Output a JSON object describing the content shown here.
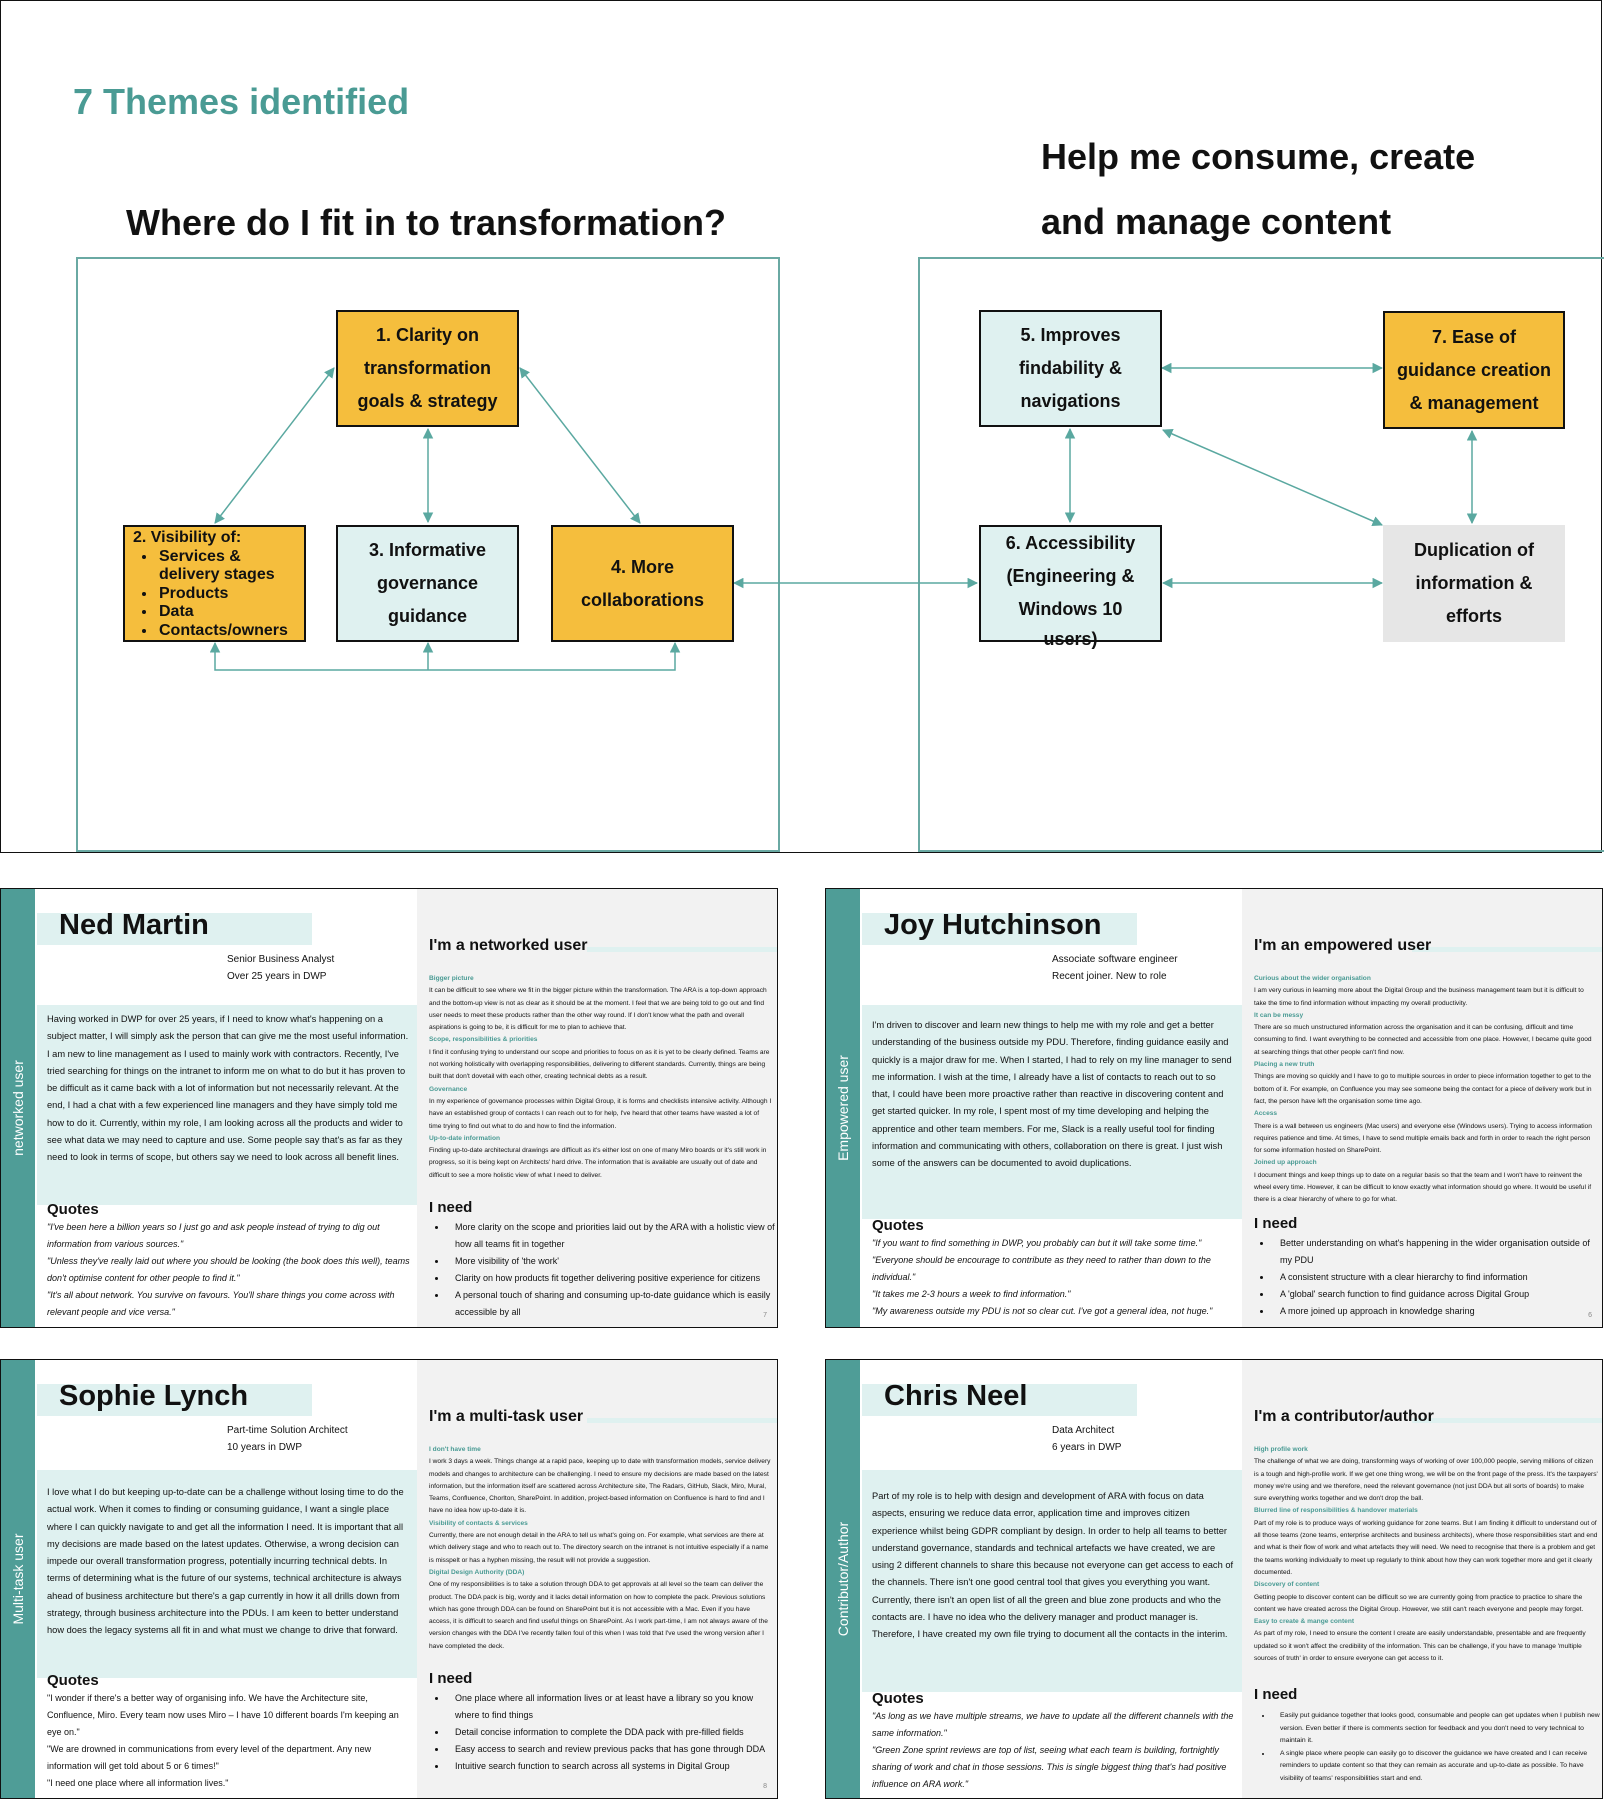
{
  "themes": {
    "title": "7 Themes identified",
    "left_heading": "Where do I fit in to transformation?",
    "right_heading_line1": "Help me consume, create",
    "right_heading_line2": "and manage content",
    "nodes": {
      "n1": [
        "1. Clarity on",
        "transformation",
        "goals & strategy"
      ],
      "n2_title": "2. Visibility of:",
      "n2_items": [
        "Services & delivery stages",
        "Products",
        "Data",
        "Contacts/owners"
      ],
      "n3": [
        "3. Informative",
        "governance",
        "guidance"
      ],
      "n4": [
        "4. More",
        "collaborations"
      ],
      "n5": [
        "5. Improves",
        "findability &",
        "navigations"
      ],
      "n6": [
        "6. Accessibility",
        "(Engineering &",
        "Windows 10",
        "users)"
      ],
      "n7": [
        "7. Ease of",
        "guidance creation",
        "& management"
      ],
      "dup": [
        "Duplication of",
        "information &",
        "efforts"
      ]
    },
    "colors": {
      "accent": "#4a9b94",
      "yellow": "#f5be3d",
      "light_teal": "#dff1f0",
      "grey": "#e6e6e6",
      "connector": "#5aa8a0"
    }
  },
  "personas": [
    {
      "stripe": "networked user",
      "name": "Ned Martin",
      "role": "Senior Business Analyst",
      "tenure": "Over 25 years in DWP",
      "bio": "Having worked in DWP for over 25 years, if I need to know what's happening on a subject matter, I will simply ask the person that can give me the most useful information. I am new to line management as I used to mainly work with contractors. Recently, I've tried searching for things on the intranet to inform me on what to do but it has proven to be difficult as it came back with a lot of information but not necessarily relevant. At the end, I had a chat with a few experienced line managers and they have simply told me how to do it. Currently, within my role, I am looking across all the products and wider to see what data we may need to capture and use. Some people say that's as far as they need to look in terms of scope, but others say we need to look across all benefit lines.",
      "quotes_title": "Quotes",
      "quotes": [
        "\"I've been here a billion years so I just go and ask people instead of trying to dig out information from various sources.\"",
        "\"Unless they've really laid out where you should be looking (the book does this well), teams don't optimise content for other people to find it.\"",
        "\"It's all about network. You survive on favours. You'll share things you come across with relevant people and vice versa.\""
      ],
      "user_type": "I'm a networked user",
      "findings": [
        {
          "h": "Bigger picture",
          "t": "It can be difficult to see where we fit in the bigger picture within the transformation. The ARA is a top-down approach and the bottom-up view is not as clear as it should be at the moment. I feel that we are being told to go out and find user needs to meet these products rather than the other way round. If I don't know what the path and overall aspirations is going to be, it is difficult for me to plan to achieve that."
        },
        {
          "h": "Scope, responsibilities & priorities",
          "t": "I find it confusing trying to understand our scope and priorities to focus on as it is yet to be clearly defined. Teams are not working holistically with overlapping responsibilities, delivering to different standards. Currently, things are being built that don't dovetail with each other, creating technical debts as a result."
        },
        {
          "h": "Governance",
          "t": "In my experience of governance processes within Digital Group, it is forms and checklists intensive activity. Although I have an established group of contacts I can reach out to for help, I've heard that other teams have wasted a lot of time trying to find out what to do and how to find the information."
        },
        {
          "h": "Up-to-date information",
          "t": "Finding up-to-date architectural drawings are difficult as it's either lost on one of many Miro boards or it's still work in progress, so it is being kept on Architects' hard drive. The information that is available are usually out of date and difficult to see a more holistic view of what I need to deliver."
        }
      ],
      "ineed_title": "I need",
      "ineed": [
        "More clarity on the scope and priorities laid out by the ARA with a holistic view of how all teams fit in together",
        "More visibility of 'the work'",
        "Clarity on how products fit together delivering positive experience for citizens",
        "A personal touch of sharing and consuming up-to-date guidance which is easily accessible by all"
      ],
      "page": "7"
    },
    {
      "stripe": "Empowered user",
      "name": "Joy Hutchinson",
      "role": "Associate software engineer",
      "tenure": "Recent joiner. New to role",
      "bio": "I'm driven to discover and learn new things to help me with my role and get a better understanding of the business outside my PDU. Therefore, finding guidance easily and quickly is a major draw for me. When I started, I had to rely on my line manager to send me information. I wish at the time, I already have a list of contacts to reach out to so that, I could have been more proactive rather than reactive in discovering content and get started quicker. In my role, I spent most of my time developing and helping the apprentice and other team members. For me, Slack is a really useful tool for finding information and communicating with others, collaboration on there is great. I just wish some of the answers can be documented to avoid duplications.",
      "quotes_title": "Quotes",
      "quotes": [
        "\"If you want to find something in DWP, you probably can but it will take some time.\"",
        "\"Everyone should be encourage to contribute as they need to rather than down to the individual.\"",
        "\"It takes me 2-3 hours a week to find information.\"",
        "\"My awareness outside my PDU is not so clear cut. I've got a general idea, not huge.\""
      ],
      "user_type": "I'm an empowered user",
      "findings": [
        {
          "h": "Curious about the wider organisation",
          "t": "I am very curious in learning more about the Digital Group and the business management team but it is difficult to take the time to find information without impacting my overall productivity."
        },
        {
          "h": "It can be messy",
          "t": "There are so much unstructured information across the organisation and it can be confusing, difficult and time consuming to find. I want everything to be connected and accessible from one place. However, I became quite good at searching things that other people can't find now."
        },
        {
          "h": "Placing a new truth",
          "t": "Things are moving so quickly and I have to go to multiple sources in order to piece information together to get to the bottom of it. For example, on Confluence you may see someone being the contact for a piece of delivery work but in fact, the person have left the organisation some time ago."
        },
        {
          "h": "Access",
          "t": "There is a wall between us engineers (Mac users) and everyone else (Windows users). Trying to access information requires patience and time. At times, I have to send multiple emails back and forth in order to reach the right person for some information hosted on SharePoint."
        },
        {
          "h": "Joined up approach",
          "t": "I document things and keep things up to date on a regular basis so that the team and I won't have to reinvent the wheel every time. However, it can be difficult to know exactly what information should go where. It would be useful if there is a clear hierarchy of where to go for what."
        }
      ],
      "ineed_title": "I need",
      "ineed": [
        "Better understanding on what's happening in the wider organisation outside of my PDU",
        "A consistent structure with a clear hierarchy to find information",
        "A 'global' search function to find guidance across Digital Group",
        "A more joined up approach in knowledge sharing"
      ],
      "page": "6"
    },
    {
      "stripe": "Multi-task user",
      "name": "Sophie Lynch",
      "role": "Part-time Solution Architect",
      "tenure": "10 years in DWP",
      "bio": "I love what I do but keeping up-to-date can be a challenge without losing time to do the actual work. When it comes to finding or consuming guidance, I want a single place where I can quickly navigate to and get all the information I need. It is important that all my decisions are made based on the latest updates. Otherwise, a wrong decision can impede our overall transformation progress, potentially incurring technical debts. In terms of determining what is the future of our systems, technical architecture is always ahead of business architecture but there's a gap currently in how it all drills down from strategy, through business architecture into the PDUs. I am keen to better understand how does the legacy systems all fit in and what must we change to drive that forward.",
      "quotes_title": "Quotes",
      "quotes": [
        "\"I wonder if there's a better way of organising info. We have the Architecture site, Confluence, Miro. Every team now uses Miro – I have 10 different boards I'm keeping an eye on.\"",
        "\"We are drowned in communications from every level of the department. Any new information will get told about 5 or 6 times!\"",
        "\"I need one place where all information lives.\""
      ],
      "user_type": "I'm a multi-task user",
      "findings": [
        {
          "h": "I don't have time",
          "t": "I work 3 days a week. Things change at a rapid pace, keeping up to date with transformation models, service delivery models and changes to architecture can be challenging. I need to ensure my decisions are made based on the latest information, but the information itself are scattered across Architecture site, The Radars, GitHub, Slack, Miro, Mural, Teams, Confluence, Chorlton, SharePoint. In addition, project-based information on Confluence is hard to find and I have no idea how up-to-date it is."
        },
        {
          "h": "Visibility of contacts & services",
          "t": "Currently, there are not enough detail in the ARA to tell us what's going on. For example, what services are there at which delivery stage and who to reach out to. The directory search on the intranet is not intuitive especially if a name is misspelt or has a hyphen missing, the result will not provide a suggestion."
        },
        {
          "h": "Digital Design Authority (DDA)",
          "t": "One of my responsibilities is to take a solution through DDA to get approvals at all level so the team can deliver the product. The DDA pack is big, wordy and it lacks detail information on how to complete the pack. Previous solutions which has gone through DDA can be found on SharePoint but it is not accessible with a Mac. Even if you have access, it is difficult to search and find useful things on SharePoint. As I work part-time, I am not always aware of the version changes with the DDA I've recently fallen foul of this when I was told that I've used the wrong version after I have completed the deck."
        }
      ],
      "ineed_title": "I need",
      "ineed": [
        "One place where all information lives or at least have a library so you know where to find things",
        "Detail concise information to complete the DDA pack with pre-filled fields",
        "Easy access to search and review previous packs that has gone through DDA",
        "Intuitive search function to search across all systems in Digital Group"
      ],
      "page": "8"
    },
    {
      "stripe": "Contributor/Author",
      "name": "Chris Neel",
      "role": "Data Architect",
      "tenure": "6 years in DWP",
      "bio": "Part of my role is to help with design and development of ARA with focus on data aspects, ensuring we reduce data error, application time and improves citizen experience whilst being GDPR compliant by design. In order to help all teams to better understand governance, standards and technical artefacts we have created, we are using 2 different channels to share this because not everyone can get access to each of the channels. There isn't one good central tool that gives you everything you want. Currently, there isn't an open list of all the green and blue zone products and who the contacts are. I have no idea who the delivery manager and product manager is. Therefore, I have created my own file trying to document all the contacts in the interim.",
      "quotes_title": "Quotes",
      "quotes": [
        "\"As long as we have multiple streams, we have to update all the different channels with the same information.\"",
        "\"Green Zone sprint reviews are top of list, seeing what each team is building, fortnightly sharing of work and chat in those sessions. This is single biggest thing that's had positive influence on ARA work.\""
      ],
      "user_type": "I'm a contributor/author",
      "findings": [
        {
          "h": "High profile work",
          "t": "The challenge of what we are doing, transforming ways of working of over 100,000 people, serving millions of citizen is a tough and high-profile work. If we get one thing wrong, we will be on the front page of the press. It's the taxpayers' money we're using and we therefore, need the relevant governance (not just DDA but all sorts of boards) to make sure everything works together and we don't drop the ball."
        },
        {
          "h": "Blurred line of responsibilities & handover materials",
          "t": "Part of my role is to produce ways of working guidance for zone teams. But I am finding it difficult to understand out of all those teams (zone teams, enterprise architects and business architects), where those responsibilities start and end and what is their flow of work and what artefacts they will need. We need to recognise that there is a problem and get the teams working individually to meet up regularly to think about how they can work together more and get it clearly documented."
        },
        {
          "h": "Discovery of content",
          "t": "Getting people to discover content can be difficult so we are currently going from practice to practice to share the content we have created across the Digital Group. However, we still can't reach everyone and people may forget."
        },
        {
          "h": "Easy to create & mange content",
          "t": "As part of my role, I need to ensure the content I create are easily understandable, presentable and are frequently updated so it won't affect the credibility of the information. This can be challenge, if you have to manage 'multiple sources of truth' in order to ensure everyone can get access to it."
        }
      ],
      "ineed_title": "I need",
      "ineed": [
        "Easily put guidance together that looks good, consumable and people can get updates when I publish new version. Even better if there is comments section for feedback and you don't need to very technical to maintain it.",
        "A single place where people can easily go to discover the guidance we have created and I can receive reminders to update content so that they can remain as accurate and up-to-date as possible. To have visibility of teams' responsibilities start and end."
      ],
      "page": ""
    }
  ]
}
